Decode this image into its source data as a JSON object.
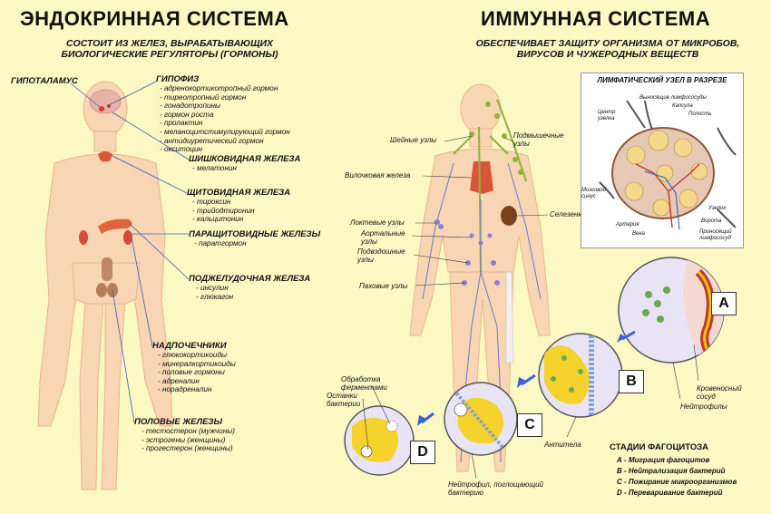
{
  "endocrine": {
    "title": "ЭНДОКРИННАЯ СИСТЕМА",
    "subtitle_1": "СОСТОИТ ИЗ ЖЕЛЕЗ, ВЫРАБАТЫВАЮЩИХ",
    "subtitle_2": "БИОЛОГИЧЕСКИЕ РЕГУЛЯТОРЫ (ГОРМОНЫ)",
    "hypothalamus": "ГИПОТАЛАМУС",
    "glands": [
      {
        "name": "ГИПОФИЗ",
        "items": [
          "- адренокортикотропный   гормон",
          "- тиреотропный гормон",
          "- гонадотропины",
          "- гормон роста",
          "- пролактин",
          "- меланоцитстимулирующий гормон",
          "- антидиуретический гормон",
          "- окситоцин"
        ]
      },
      {
        "name": "ШИШКОВИДНАЯ ЖЕЛЕЗА",
        "items": [
          "- мелатонин"
        ]
      },
      {
        "name": "ЩИТОВИДНАЯ ЖЕЛЕЗА",
        "items": [
          "- тироксин",
          "- трийодтиронин",
          "- кальцитонин"
        ]
      },
      {
        "name": "ПАРАЩИТОВИДНЫЕ ЖЕЛЕЗЫ",
        "items": [
          "- паратгормон"
        ]
      },
      {
        "name": "ПОДЖЕЛУДОЧНАЯ ЖЕЛЕЗА",
        "items": [
          "- инсулин",
          "- глюкагон"
        ]
      },
      {
        "name": "НАДПОЧЕЧНИКИ",
        "items": [
          "- глюкокортикоиды",
          "- минералкортикоиды",
          "- половые гормоны",
          "- адреналин",
          "- норадреналин"
        ]
      },
      {
        "name": "ПОЛОВЫЕ ЖЕЛЕЗЫ",
        "items": [
          "- тестостерон (мужчины)",
          "- эстрогены (женщины)",
          "- прогестерон (женщины)"
        ]
      }
    ]
  },
  "immune": {
    "title": "ИММУННАЯ СИСТЕМА",
    "subtitle_1": "ОБЕСПЕЧИВАЕТ ЗАЩИТУ ОРГАНИЗМА ОТ МИКРОБОВ,",
    "subtitle_2": "ВИРУСОВ И ЧУЖЕРОДНЫХ ВЕЩЕСТВ",
    "labels": {
      "neck": "Шейные узлы",
      "armpit_1": "Подмышечные",
      "armpit_2": "узлы",
      "thymus": "Вилочковая железа",
      "spleen": "Селезенка",
      "elbow": "Локтевые узлы",
      "aortic_1": "Аортальные",
      "aortic_2": "узлы",
      "iliac_1": "Подвздошные",
      "iliac_2": "узлы",
      "groin": "Паховые узлы"
    },
    "node": {
      "title": "ЛИМФАТИЧЕСКИЙ УЗЕЛ В РАЗРЕЗЕ",
      "efferent": "Выносящие лимфососуды",
      "center_1": "Центр",
      "center_2": "узелка",
      "capsule": "Капсула",
      "cavity": "Полость",
      "sinus_1": "Мозговой",
      "sinus_2": "синус",
      "nodule": "Узелок",
      "artery": "Артерия",
      "gate": "Ворота",
      "vein": "Вена",
      "afferent_1": "Приносящий",
      "afferent_2": "лимфососуд"
    },
    "phago": {
      "letters": [
        "A",
        "B",
        "C",
        "D"
      ],
      "processing_1": "Обработка",
      "processing_2": "ферментами",
      "remains_1": "Останки",
      "remains_2": "бактерии",
      "antibodies": "Антитела",
      "vessel_1": "Кровеносный",
      "vessel_2": "сосуд",
      "neutrophils": "Нейтрофилы",
      "neutro_eating_1": "Нейтрофил, поглощающий",
      "neutro_eating_2": "бактерию"
    },
    "stages": {
      "title": "СТАДИИ ФАГОЦИТОЗА",
      "items": [
        "А - Миграция фагоцитов",
        "В - Нейтрализация бактерий",
        "С - Пожирание микроорганизмов",
        "D - Переваривание бактерий"
      ]
    }
  },
  "colors": {
    "background": "#fbf8c4",
    "skin": "#f7d3b0",
    "lymph": "#8db33a",
    "vessel": "#6d78c8"
  }
}
